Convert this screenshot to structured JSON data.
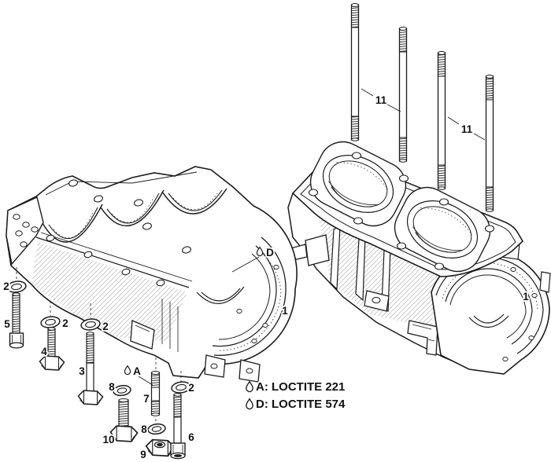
{
  "figure": {
    "kind": "exploded-parts-diagram",
    "background": "#ffffff",
    "ink": "#1c1c1c"
  },
  "callouts": {
    "items": [
      {
        "id": "washer-2-a",
        "label": "2"
      },
      {
        "id": "bolt-5",
        "label": "5"
      },
      {
        "id": "washer-2-b",
        "label": "2"
      },
      {
        "id": "bolt-4",
        "label": "4"
      },
      {
        "id": "washer-2-c",
        "label": "2"
      },
      {
        "id": "bolt-3",
        "label": "3"
      },
      {
        "id": "washer-8-a",
        "label": "8"
      },
      {
        "id": "stud-7",
        "label": "7"
      },
      {
        "id": "washer-2-d",
        "label": "2"
      },
      {
        "id": "bolt-10",
        "label": "10"
      },
      {
        "id": "washer-8-b",
        "label": "8"
      },
      {
        "id": "nut-9",
        "label": "9"
      },
      {
        "id": "bolt-6",
        "label": "6"
      },
      {
        "id": "case-left",
        "label": "1"
      },
      {
        "id": "case-right",
        "label": "1"
      },
      {
        "id": "studs-11-a",
        "label": "11"
      },
      {
        "id": "studs-11-b",
        "label": "11"
      },
      {
        "id": "marker-a",
        "label": "A"
      },
      {
        "id": "marker-d",
        "label": "D"
      }
    ]
  },
  "notes": {
    "items": [
      {
        "marker": "A",
        "text": "A: LOCTITE 221"
      },
      {
        "marker": "D",
        "text": "D: LOCTITE 574"
      }
    ]
  }
}
